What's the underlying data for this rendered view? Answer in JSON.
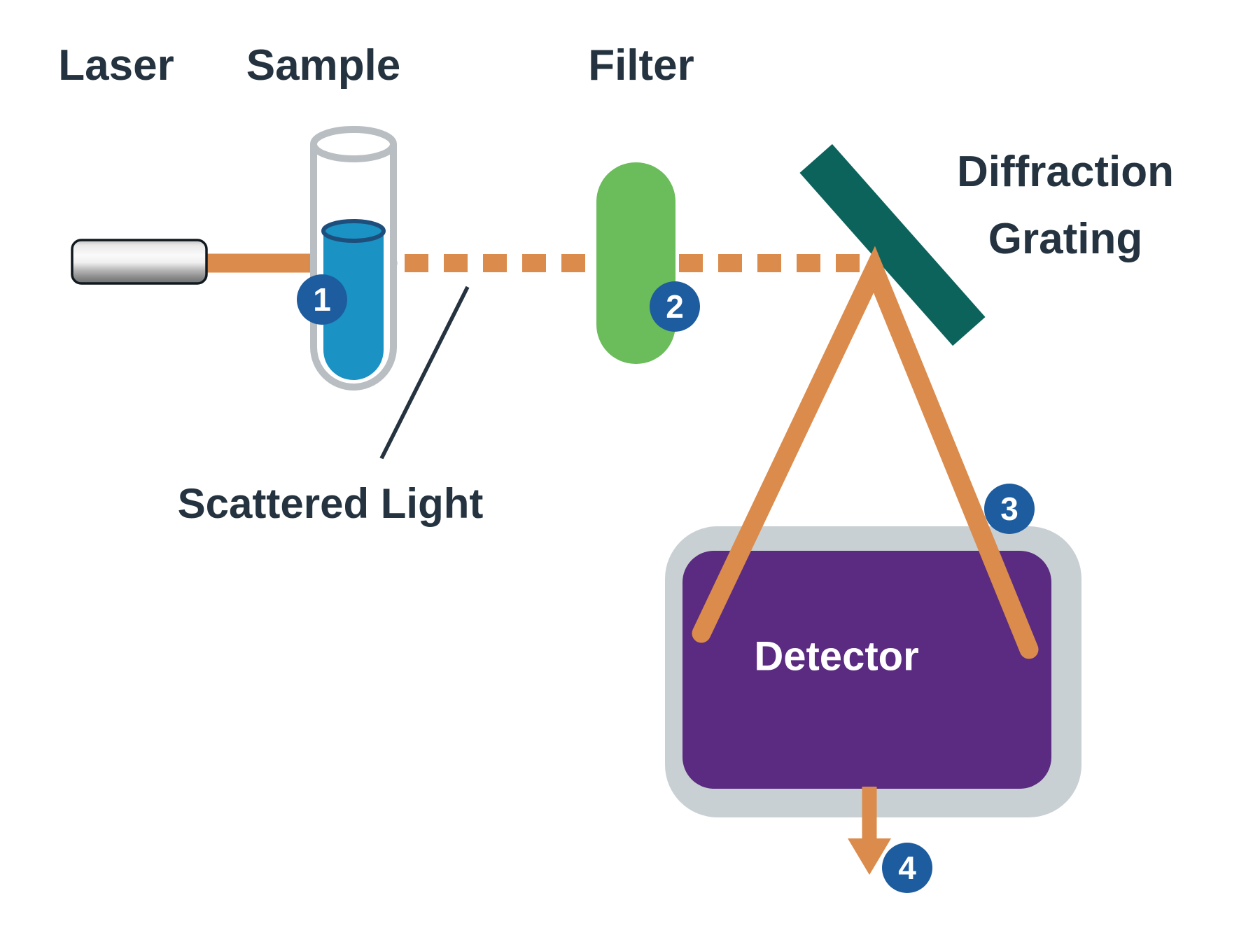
{
  "labels": {
    "laser": "Laser",
    "sample": "Sample",
    "filter": "Filter",
    "diffraction_grating": "Diffraction Grating",
    "scattered_light": "Scattered Light",
    "detector": "Detector"
  },
  "steps": [
    {
      "number": "1"
    },
    {
      "number": "2"
    },
    {
      "number": "3"
    },
    {
      "number": "4"
    }
  ],
  "colors": {
    "beam-orange": "#DB8B4B",
    "grating-teal": "#0C635C",
    "filter-green": "#6BBC5B",
    "detector-purple": "#5A2B80",
    "detector-frame-gray": "#C9D0D4",
    "sample-liquid-blue": "#1A92C3",
    "liquid-rim-navy": "#1E4F7C",
    "step-circle-blue": "#1D5C9E",
    "text-ink": "#24333F",
    "tube-glass-gray": "#B9BEC3"
  }
}
